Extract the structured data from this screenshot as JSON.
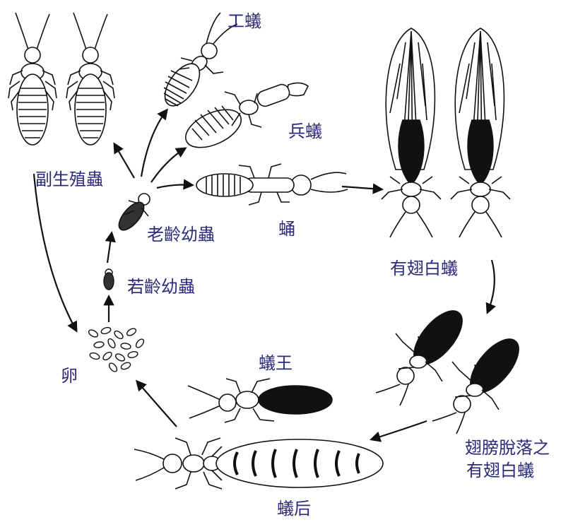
{
  "labels": {
    "worker": "工蟻",
    "soldier": "兵蟻",
    "nymph": "蛹",
    "secondary_reproductive": "副生殖蟲",
    "old_larva": "老齡幼蟲",
    "young_larva": "若齡幼蟲",
    "egg": "卵",
    "alate": "有翅白蟻",
    "dealate_line1": "翅膀脫落之",
    "dealate_line2": "有翅白蟻",
    "king": "蟻王",
    "queen": "蟻后"
  },
  "colors": {
    "label_text": "#2a2a7a",
    "ink": "#111111",
    "background": "#ffffff"
  }
}
